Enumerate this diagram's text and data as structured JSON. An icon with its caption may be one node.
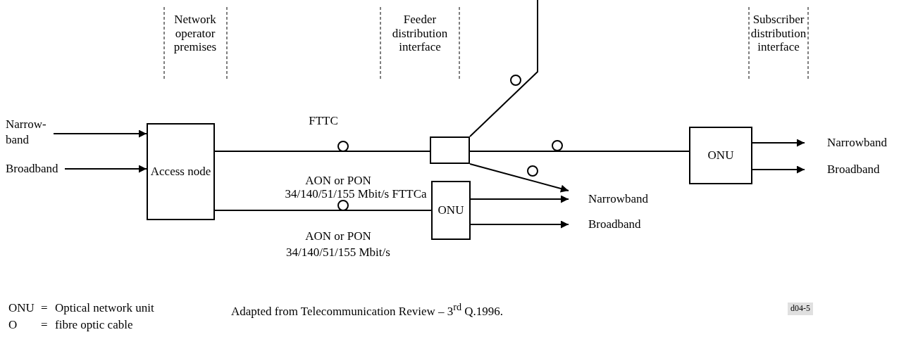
{
  "diagram": {
    "nodes": [
      {
        "text": [
          "Narrow- band"
        ]
      },
      {
        "text": [
          "Broadband"
        ]
      },
      {
        "text": [
          "Access node"
        ]
      },
      {
        "text": [],
        "shape": "box"
      },
      {
        "text": [
          "ONU"
        ]
      },
      {
        "text": [
          "ONU"
        ]
      },
      {
        "text": [
          "Narrowband"
        ]
      },
      {
        "text": [
          "Broadband"
        ]
      },
      {
        "text": [
          "Narrowband"
        ]
      },
      {
        "text": [
          "Broadband"
        ]
      }
    ],
    "edges": [
      {
        "from": 0,
        "to": 2,
        "arrow": "to"
      },
      {
        "from": 1,
        "to": 2,
        "arrow": "to"
      },
      {
        "from": 2,
        "to": 3,
        "arrow": "none",
        "label": "FTTC"
      },
      {
        "from": 2,
        "to": 4,
        "arrow": "none"
      },
      {
        "from": 3,
        "to": null,
        "arrow": "none"
      },
      {
        "from": 3,
        "to": 5,
        "arrow": "none"
      },
      {
        "from": 3,
        "to": 6,
        "arrow": "to"
      },
      {
        "from": 4,
        "to": 6,
        "arrow": "to"
      },
      {
        "from": 4,
        "to": 7,
        "arrow": "to"
      },
      {
        "from": 5,
        "to": 8,
        "arrow": "to"
      },
      {
        "from": 5,
        "to": 9,
        "arrow": "to"
      }
    ],
    "labels": [
      "Network operator premises",
      "Feeder distribution interface",
      "Subscriber distribution interface",
      "AON or PON",
      "34/140/51/155 Mbit/s FTTCa",
      "AON or PON",
      "34/140/51/155 Mbit/s",
      "ONU",
      "=",
      "Optical network unit",
      "O",
      "=",
      "fibre optic cable",
      "Adapted from Telecommunication Review – 3$^{rd}$ Q.1996.",
      "d04-5"
    ]
  }
}
